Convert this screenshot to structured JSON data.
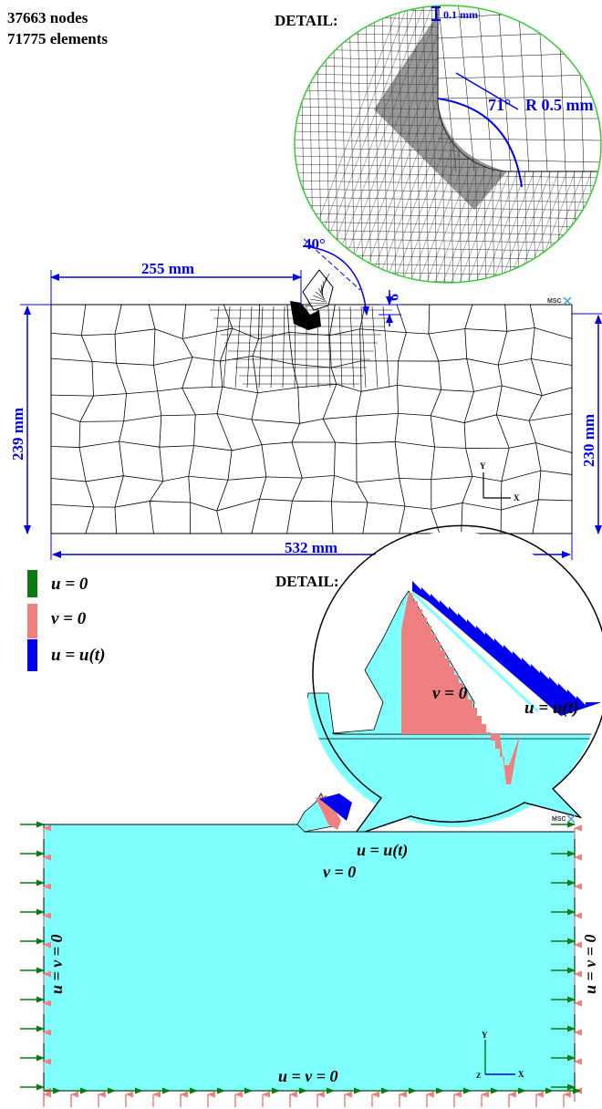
{
  "stats": {
    "nodes": "37663 nodes",
    "elements": "71775 elements"
  },
  "detail_top": {
    "title": "DETAIL:",
    "thickness": "0.1 mm",
    "angle": "71°",
    "radius": "R 0.5 mm"
  },
  "geometry": {
    "notch_angle": "40°",
    "notch_depth": "9",
    "dim_left": "255 mm",
    "dim_height_left": "239 mm",
    "dim_height_right": "230 mm",
    "dim_width": "532 mm"
  },
  "logo": "MSC",
  "axes": {
    "y": "Y",
    "x": "X",
    "z": "Z"
  },
  "legend": [
    {
      "label": "u = 0",
      "color": "#0a7a12"
    },
    {
      "label": "v = 0",
      "color": "#f08080"
    },
    {
      "label": "u = u(t)",
      "color": "#0000ee"
    }
  ],
  "detail_bottom": {
    "title": "DETAIL:",
    "v_label": "v = 0",
    "u_label": "u = u(t)"
  },
  "bc": {
    "left": "u = v = 0",
    "right": "u = v = 0",
    "bottom": "u = v = 0",
    "notch_u": "u = u(t)",
    "notch_v": "v = 0"
  },
  "colors": {
    "dimension": "#0000ee",
    "domain_fill": "#80ffff",
    "u_zero": "#0a7a12",
    "v_zero": "#f08080",
    "u_t": "#0000ee",
    "mesh_line": "#000000",
    "detail_border": "#33cc33"
  }
}
